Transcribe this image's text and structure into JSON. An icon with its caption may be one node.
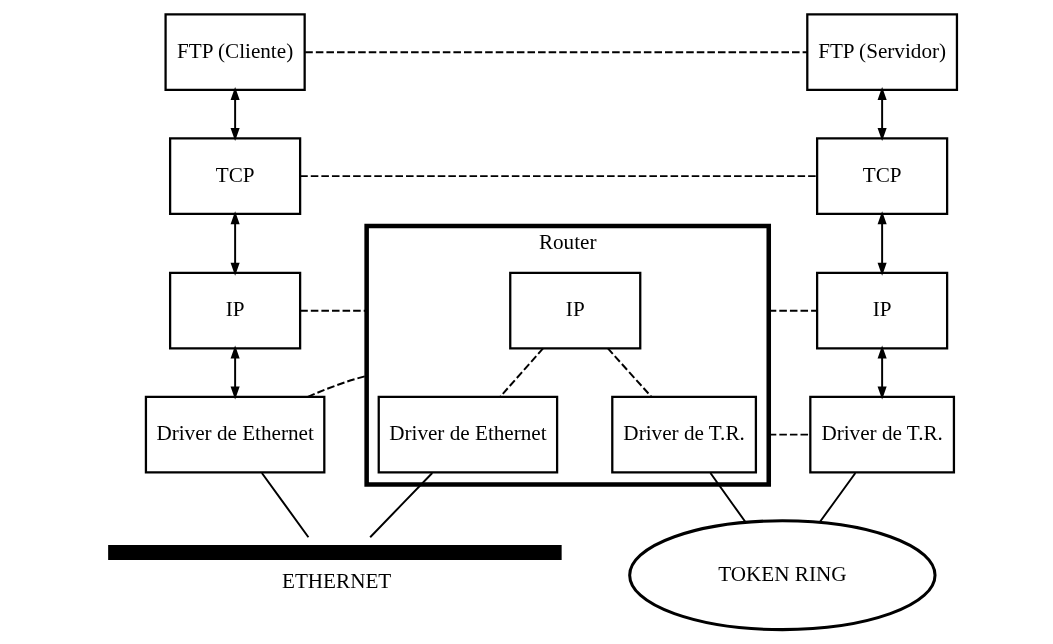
{
  "diagram": {
    "nodes": [
      {
        "text": [
          "FTP (Cliente)"
        ]
      },
      {
        "text": [
          "TCP"
        ]
      },
      {
        "text": [
          "IP"
        ]
      },
      {
        "text": [
          "Driver de Ethernet"
        ]
      },
      {
        "text": [
          "Router"
        ]
      },
      {
        "text": [
          "IP"
        ],
        "in": 4
      },
      {
        "text": [
          "Driver de Ethernet"
        ],
        "in": 4
      },
      {
        "text": [
          "Driver de T.R."
        ],
        "in": 4
      },
      {
        "text": [
          "FTP (Servidor)"
        ]
      },
      {
        "text": [
          "TCP"
        ]
      },
      {
        "text": [
          "IP"
        ]
      },
      {
        "text": [
          "Driver de T.R."
        ]
      },
      {
        "text": [
          "ETHERNET"
        ]
      },
      {
        "text": [
          "TOKEN RING"
        ]
      }
    ],
    "edges": [
      {
        "from": 0,
        "to": 1,
        "arrow": "both"
      },
      {
        "from": 1,
        "to": 2,
        "arrow": "both"
      },
      {
        "from": 2,
        "to": 3,
        "arrow": "both"
      },
      {
        "from": 8,
        "to": 9,
        "arrow": "both"
      },
      {
        "from": 9,
        "to": 10,
        "arrow": "both"
      },
      {
        "from": 10,
        "to": 11,
        "arrow": "both"
      },
      {
        "from": 0,
        "to": 8,
        "arrow": "none",
        "style": "dashed"
      },
      {
        "from": 1,
        "to": 9,
        "arrow": "none",
        "style": "dashed"
      },
      {
        "from": 2,
        "to": 4,
        "arrow": "none",
        "style": "dashed"
      },
      {
        "from": 3,
        "to": 4,
        "arrow": "none",
        "style": "dashed"
      },
      {
        "from": 4,
        "to": 10,
        "arrow": "none",
        "style": "dashed"
      },
      {
        "from": 4,
        "to": 11,
        "arrow": "none",
        "style": "dashed"
      },
      {
        "from": 5,
        "to": 6,
        "arrow": "none",
        "style": "dashed"
      },
      {
        "from": 5,
        "to": 7,
        "arrow": "none",
        "style": "dashed"
      },
      {
        "from": 3,
        "to": 12,
        "arrow": "none"
      },
      {
        "from": 6,
        "to": 12,
        "arrow": "none"
      },
      {
        "from": 7,
        "to": 13,
        "arrow": "none"
      },
      {
        "from": 11,
        "to": 13,
        "arrow": "none"
      }
    ]
  }
}
